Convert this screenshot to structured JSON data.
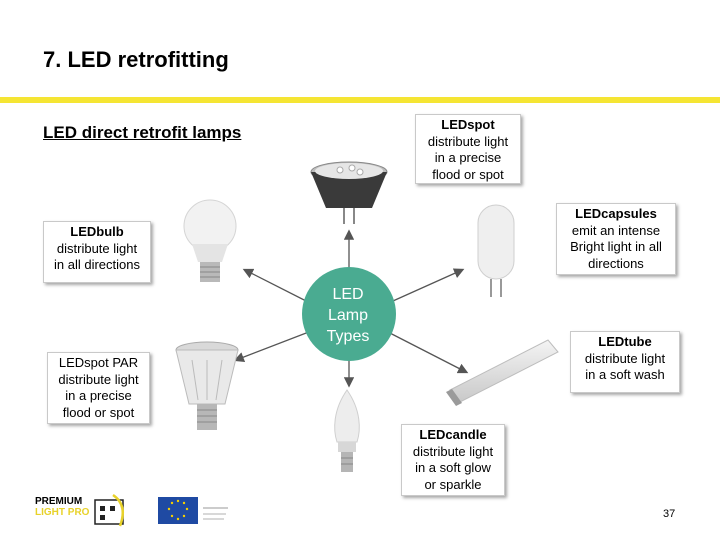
{
  "slide": {
    "title": "7. LED retrofitting",
    "subtitle": "LED direct retrofit lamps",
    "page_number": "37",
    "accent_color": "#f5e533",
    "center_color": "#4aab91"
  },
  "center": {
    "lines": [
      "LED",
      "Lamp",
      "Types"
    ]
  },
  "lamps": {
    "spot": {
      "name": "LEDspot",
      "desc": [
        "distribute light",
        "in a precise",
        "flood or spot"
      ]
    },
    "bulb": {
      "name": "LEDbulb",
      "desc": [
        "distribute light",
        "in all directions"
      ]
    },
    "capsules": {
      "name": "LEDcapsules",
      "desc": [
        "emit an intense",
        "Bright light in all",
        "directions"
      ]
    },
    "spotpar": {
      "name": "LEDspot PAR",
      "desc": [
        "distribute light",
        "in a precise",
        "flood or spot"
      ]
    },
    "tube": {
      "name": "LEDtube",
      "desc": [
        "distribute light",
        "in a soft wash"
      ]
    },
    "candle": {
      "name": "LEDcandle",
      "desc": [
        "distribute light",
        "in a soft glow",
        "or sparkle"
      ]
    }
  },
  "logos": {
    "premium_line1": "PREMIUM",
    "premium_line2": "LIGHT PRO"
  }
}
